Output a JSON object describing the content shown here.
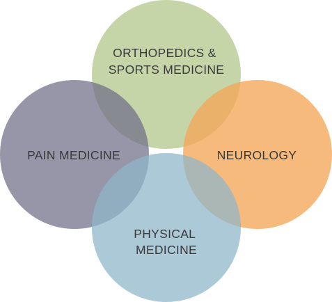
{
  "diagram": {
    "circles": [
      {
        "id": "orthopedics",
        "label_lines": [
          "ORTHOPEDICS &",
          "SPORTS MEDICINE"
        ],
        "color": "#b5c98f"
      },
      {
        "id": "pain",
        "label_lines": [
          "PAIN MEDICINE"
        ],
        "color": "#6f6d88"
      },
      {
        "id": "neurology",
        "label_lines": [
          "NEUROLOGY"
        ],
        "color": "#f4a757"
      },
      {
        "id": "physical",
        "label_lines": [
          "PHYSICAL",
          "MEDICINE"
        ],
        "color": "#8fb6c9"
      }
    ]
  }
}
